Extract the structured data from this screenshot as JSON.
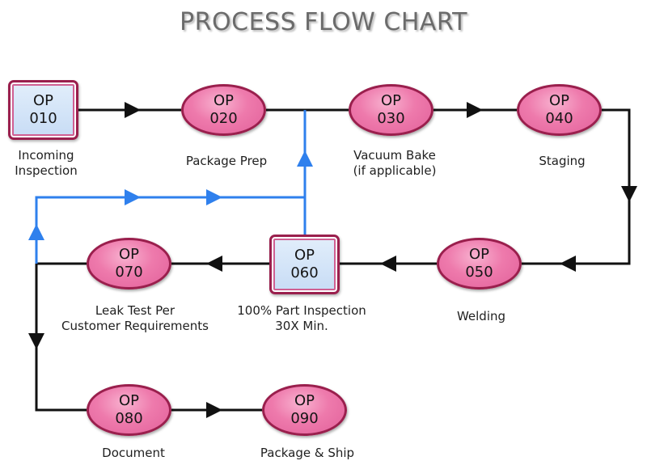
{
  "title": "PROCESS FLOW CHART",
  "colors": {
    "connector": "#111111",
    "rework_connector": "#2f80ed",
    "operation_fill": "#ee7aac",
    "inspection_fill": "#c7dcf5",
    "node_border": "#9a1f4d"
  },
  "nodes": [
    {
      "id": "010",
      "op_label": "OP",
      "op_number": "010",
      "shape": "box",
      "label_lines": [
        "Incoming",
        "Inspection"
      ]
    },
    {
      "id": "020",
      "op_label": "OP",
      "op_number": "020",
      "shape": "oval",
      "label_lines": [
        "Package Prep"
      ]
    },
    {
      "id": "030",
      "op_label": "OP",
      "op_number": "030",
      "shape": "oval",
      "label_lines": [
        "Vacuum Bake",
        "(if applicable)"
      ]
    },
    {
      "id": "040",
      "op_label": "OP",
      "op_number": "040",
      "shape": "oval",
      "label_lines": [
        "Staging"
      ]
    },
    {
      "id": "050",
      "op_label": "OP",
      "op_number": "050",
      "shape": "oval",
      "label_lines": [
        "Welding"
      ]
    },
    {
      "id": "060",
      "op_label": "OP",
      "op_number": "060",
      "shape": "box",
      "label_lines": [
        "100% Part Inspection",
        "30X Min."
      ]
    },
    {
      "id": "070",
      "op_label": "OP",
      "op_number": "070",
      "shape": "oval",
      "label_lines": [
        "Leak Test Per",
        "Customer Requirements"
      ]
    },
    {
      "id": "080",
      "op_label": "OP",
      "op_number": "080",
      "shape": "oval",
      "label_lines": [
        "Document"
      ]
    },
    {
      "id": "090",
      "op_label": "OP",
      "op_number": "090",
      "shape": "oval",
      "label_lines": [
        "Package & Ship"
      ]
    }
  ],
  "flows": [
    {
      "from": "010",
      "to": "020",
      "kind": "main"
    },
    {
      "from": "020",
      "to": "030",
      "kind": "main"
    },
    {
      "from": "030",
      "to": "040",
      "kind": "main"
    },
    {
      "from": "040",
      "to": "050",
      "kind": "main"
    },
    {
      "from": "050",
      "to": "060",
      "kind": "main"
    },
    {
      "from": "060",
      "to": "070",
      "kind": "main"
    },
    {
      "from": "070",
      "to": "080",
      "kind": "main"
    },
    {
      "from": "080",
      "to": "090",
      "kind": "main"
    },
    {
      "from": "060",
      "to": "020",
      "kind": "rework"
    },
    {
      "from": "070",
      "to": "020",
      "kind": "rework"
    }
  ]
}
